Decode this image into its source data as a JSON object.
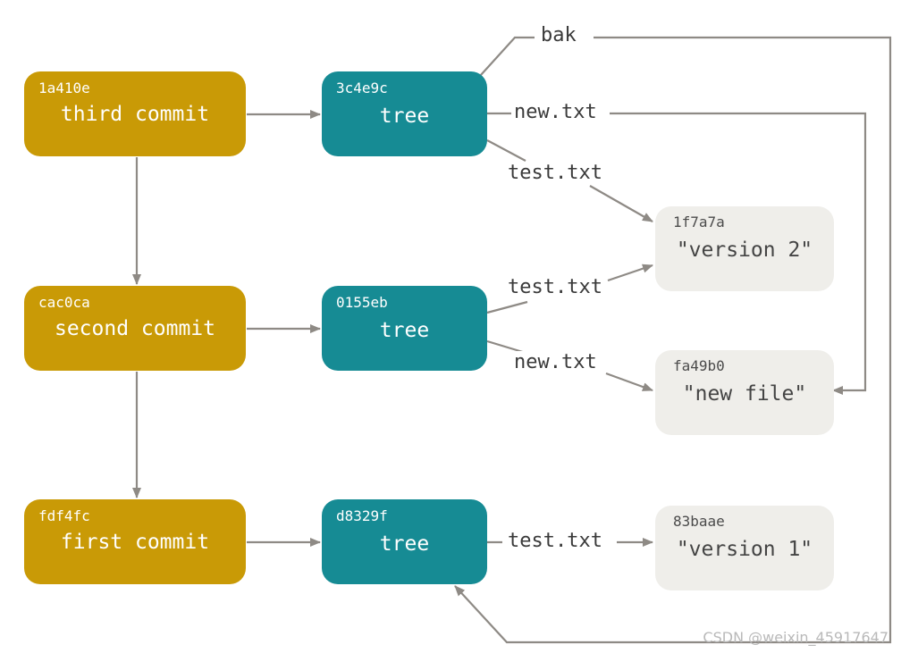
{
  "commits": [
    {
      "sha": "1a410e",
      "message": "third commit"
    },
    {
      "sha": "cac0ca",
      "message": "second commit"
    },
    {
      "sha": "fdf4fc",
      "message": "first commit"
    }
  ],
  "trees": [
    {
      "sha": "3c4e9c",
      "label": "tree"
    },
    {
      "sha": "0155eb",
      "label": "tree"
    },
    {
      "sha": "d8329f",
      "label": "tree"
    }
  ],
  "blobs": [
    {
      "sha": "1f7a7a",
      "content": "\"version 2\""
    },
    {
      "sha": "fa49b0",
      "content": "\"new file\""
    },
    {
      "sha": "83baae",
      "content": "\"version 1\""
    }
  ],
  "edge_labels": {
    "bak": "bak",
    "third_new": "new.txt",
    "third_test": "test.txt",
    "second_test": "test.txt",
    "second_new": "new.txt",
    "first_test": "test.txt"
  },
  "colors": {
    "commit": "#c99a06",
    "tree": "#168b94",
    "blob": "#efeeea",
    "arrow": "#8e8a85"
  },
  "watermark": "CSDN @weixin_45917647"
}
